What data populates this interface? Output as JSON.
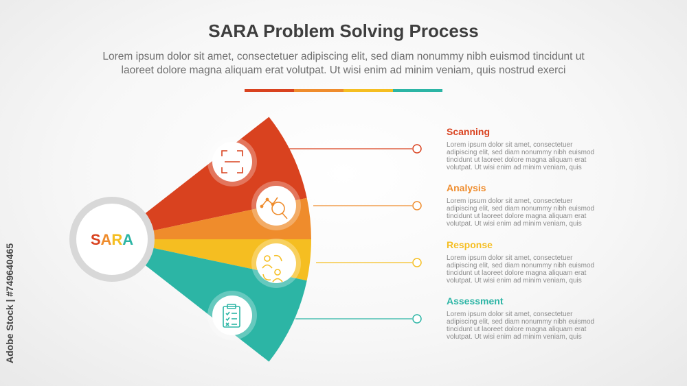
{
  "header": {
    "title": "SARA Problem Solving Process",
    "subtitle_line1": "Lorem ipsum dolor sit amet, consectetuer adipiscing elit, sed diam nonummy nibh euismod tincidunt ut",
    "subtitle_line2": "laoreet dolore magna aliquam erat volutpat. Ut wisi enim ad minim veniam, quis nostrud exerci"
  },
  "rule_colors": [
    "#d9421f",
    "#ef8c2c",
    "#f5be21",
    "#2cb5a5"
  ],
  "hub": {
    "letters": [
      "S",
      "A",
      "R",
      "A"
    ],
    "letter_colors": [
      "#d9421f",
      "#ef8c2c",
      "#f5be21",
      "#2cb5a5"
    ],
    "ring_color": "#d8d8d8"
  },
  "steps": [
    {
      "title": "Scanning",
      "color": "#d9421f",
      "icon": "scan-frame-icon",
      "desc": [
        "Lorem ipsum dolor sit amet, consectetuer",
        "adipiscing elit, sed diam nonummy nibh euismod",
        "tincidunt ut laoreet dolore magna aliquam erat",
        "volutpat. Ut wisi enim ad minim veniam, quis"
      ]
    },
    {
      "title": "Analysis",
      "color": "#ef8c2c",
      "icon": "magnifier-chart-icon",
      "desc": [
        "Lorem ipsum dolor sit amet, consectetuer",
        "adipiscing elit, sed diam nonummy nibh euismod",
        "tincidunt ut laoreet dolore magna aliquam erat",
        "volutpat. Ut wisi enim ad minim veniam, quis"
      ]
    },
    {
      "title": "Response",
      "color": "#f5be21",
      "icon": "people-exchange-icon",
      "desc": [
        "Lorem ipsum dolor sit amet, consectetuer",
        "adipiscing elit, sed diam nonummy nibh euismod",
        "tincidunt ut laoreet dolore magna aliquam erat",
        "volutpat. Ut wisi enim ad minim veniam, quis"
      ]
    },
    {
      "title": "Assessment",
      "color": "#2cb5a5",
      "icon": "clipboard-checklist-icon",
      "desc": [
        "Lorem ipsum dolor sit amet, consectetuer",
        "adipiscing elit, sed diam nonummy nibh euismod",
        "tincidunt ut laoreet dolore magna aliquam erat",
        "volutpat. Ut wisi enim ad minim veniam, quis"
      ]
    }
  ],
  "watermark": "Adobe Stock | #749640465"
}
